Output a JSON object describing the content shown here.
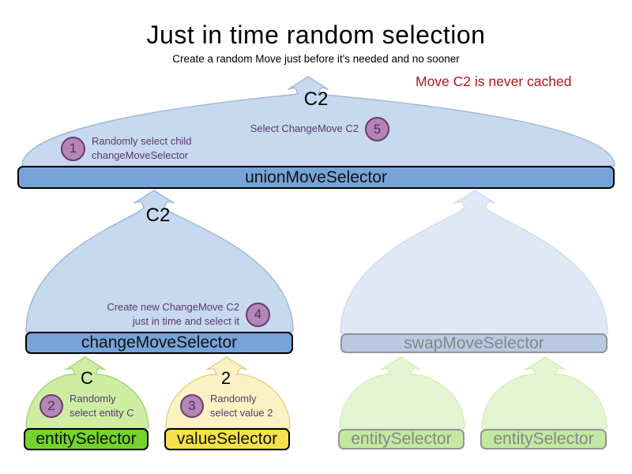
{
  "title": "Just in time random selection",
  "subtitle": "Create a random Move just before it's needed and no sooner",
  "note": {
    "text": "Move C2 is never cached"
  },
  "labels": {
    "union_output": "C2",
    "change_output": "C2",
    "entity_output": "C",
    "value_output": "2"
  },
  "selectors": {
    "union": "unionMoveSelector",
    "change": "changeMoveSelector",
    "swap": "swapMoveSelector",
    "entity": "entitySelector",
    "value": "valueSelector",
    "entity_faded_1": "entitySelector",
    "entity_faded_2": "entitySelector"
  },
  "annotations": [
    {
      "step": "1",
      "lines": [
        "Randomly select child",
        "changeMoveSelector"
      ]
    },
    {
      "step": "2",
      "lines": [
        "Randomly",
        "select entity C"
      ]
    },
    {
      "step": "3",
      "lines": [
        "Randomly",
        "select value 2"
      ]
    },
    {
      "step": "4",
      "lines": [
        "Create new ChangeMove C2",
        "just in time and select it"
      ]
    },
    {
      "step": "5",
      "lines": [
        "Select ChangeMove C2"
      ]
    }
  ],
  "palette": {
    "funnel_blue": "#c6d9ee",
    "funnel_blue_stroke": "#9fb9d8",
    "funnel_blue_faded": "#dfe8f5",
    "funnel_blue_faded_stroke": "#d0ddee",
    "bar_blue": "#76a3d8",
    "bar_blue_faded": "#b9c9e1",
    "funnel_green": "#cdeda3",
    "funnel_green_stroke": "#a9d67b",
    "bar_green": "#74d32c",
    "funnel_green_faded": "#e4f5d1",
    "funnel_green_faded_stroke": "#d6edbf",
    "bar_green_faded": "#c3e8a0",
    "funnel_yellow": "#faf2c3",
    "funnel_yellow_stroke": "#e2d288",
    "bar_yellow": "#f6e04b",
    "badge_fill": "#b286b6",
    "badge_stroke": "#6b3a70",
    "badge_text": "#582c5e",
    "annotation_text": "#5b3a6e",
    "note_red": "#b41412",
    "faded_text": "#84888d",
    "faded_border": "#8e9694"
  }
}
